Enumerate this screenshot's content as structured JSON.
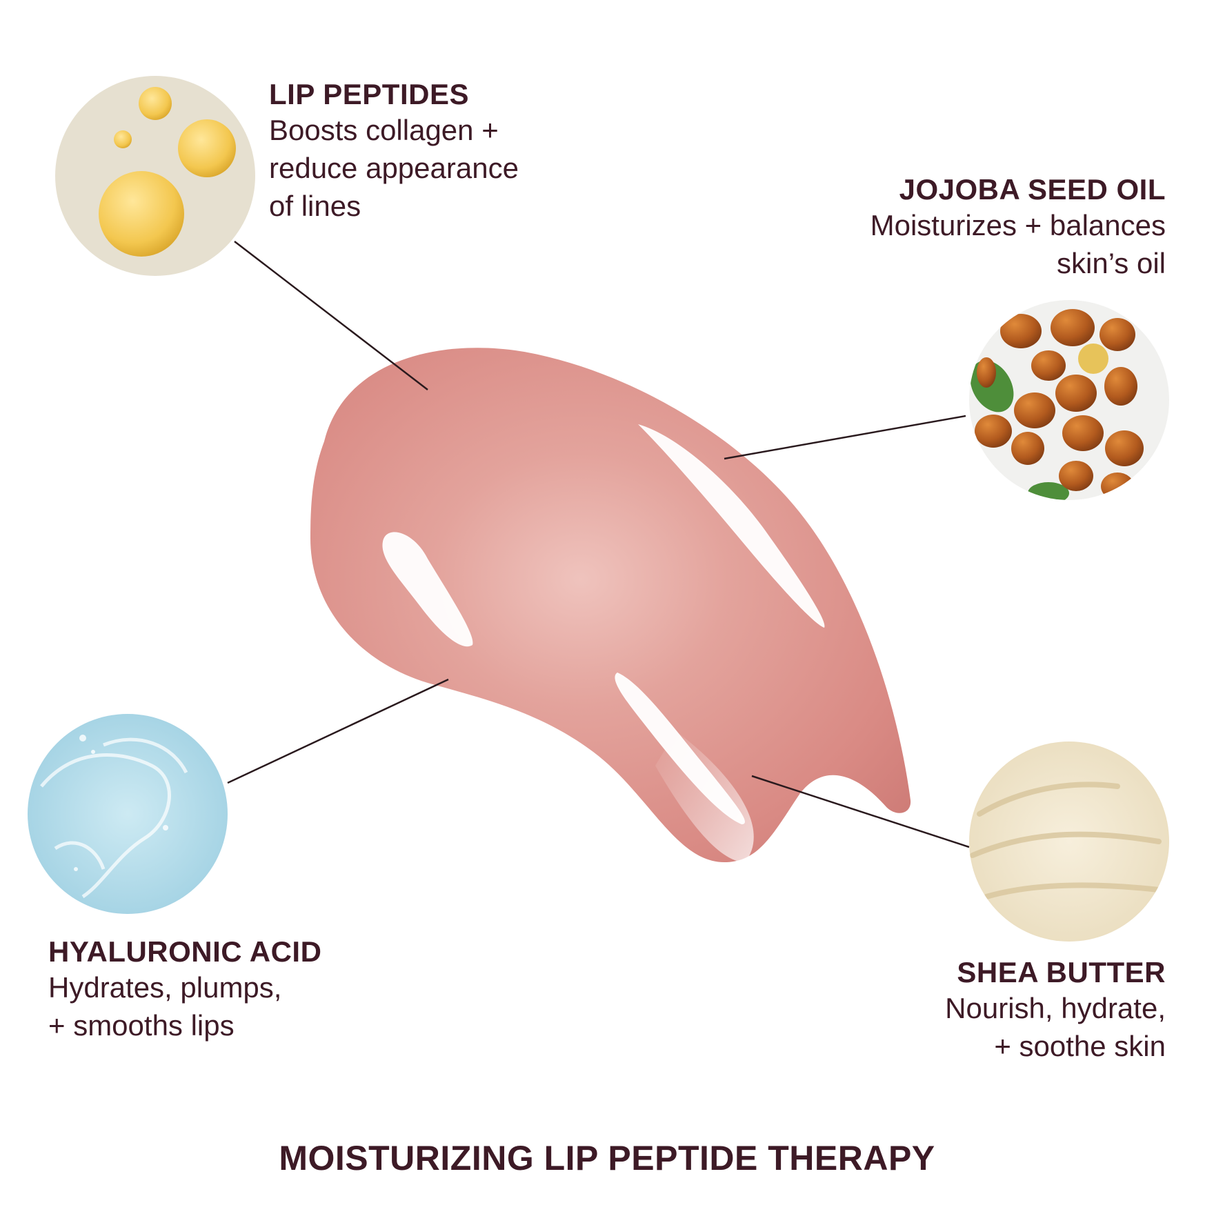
{
  "ingredients": [
    {
      "title": "LIP PEPTIDES",
      "lines": [
        "Boosts collagen +",
        "reduce appearance",
        "of lines"
      ],
      "icon": "oil-droplets-icon"
    },
    {
      "title": "JOJOBA SEED OIL",
      "lines": [
        "Moisturizes + balances",
        "skin’s oil"
      ],
      "icon": "jojoba-seeds-icon"
    },
    {
      "title": "HYALURONIC ACID",
      "lines": [
        "Hydrates, plumps,",
        "+ smooths lips"
      ],
      "icon": "gel-swatch-icon"
    },
    {
      "title": "SHEA BUTTER",
      "lines": [
        "Nourish, hydrate,",
        "+ soothe skin"
      ],
      "icon": "butter-texture-icon"
    }
  ],
  "footer": "MOISTURIZING LIP PEPTIDE THERAPY",
  "colors": {
    "text": "#3d1a26",
    "gloss": "#d98b84",
    "line": "#2a1a1e"
  }
}
